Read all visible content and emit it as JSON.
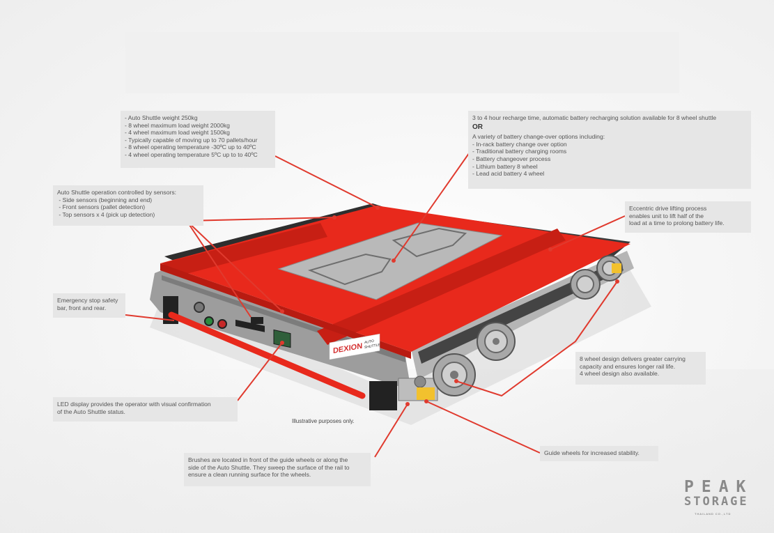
{
  "callouts": {
    "specs": [
      "- Auto Shuttle weight 250kg",
      "- 8 wheel maximum load weight 2000kg",
      "- 4 wheel maximum load weight 1500kg",
      "- Typically capable of moving up to 70 pallets/hour",
      "- 8 wheel operating temperature -30ºC up to 40ºC",
      "- 4 wheel operating temperature 5ºC up to to 40ºC"
    ],
    "battery": {
      "intro": "3 to 4 hour recharge time, automatic battery recharging solution available for 8 wheel shuttle",
      "or": "OR",
      "lines": [
        "A variety of battery change-over options including:",
        "- In-rack battery change over option",
        "- Traditional battery charging rooms",
        "- Battery changeover process",
        "- Lithium battery 8 wheel",
        "- Lead acid battery 4 wheel"
      ]
    },
    "sensors": [
      "Auto Shuttle operation controlled by sensors:",
      " - Side sensors (beginning and end)",
      " - Front sensors (pallet detection)",
      " - Top sensors x 4 (pick up detection)"
    ],
    "eccentric": [
      "Eccentric drive lifting process",
      "enables unit to lift half of the",
      "load at a time to prolong battery life."
    ],
    "estop": [
      "Emergency stop safety",
      "bar, front and rear."
    ],
    "wheels8": [
      "8 wheel design delivers greater carrying",
      "capacity and ensures longer rail life.",
      "4 wheel design also available."
    ],
    "led": [
      "LED display provides the operator with visual confirmation",
      "of the Auto Shuttle status."
    ],
    "brushes": [
      "Brushes are located in front of the guide wheels or along the",
      "side of the Auto Shuttle. They sweep the surface of the rail to",
      "ensure a clean running surface for the wheels."
    ],
    "guide": [
      "Guide wheels for increased stability."
    ]
  },
  "footnote": "Illustrative purposes only.",
  "product_label": {
    "brand": "DEXION",
    "line1": "AUTO",
    "line2": "SHUTTLE"
  },
  "logo": {
    "line1": "PEAK",
    "line2": "STORAGE",
    "line3": "THAILAND CO.,LTD"
  },
  "colors": {
    "shuttle_red": "#e8291c",
    "callout_bg": "#e6e6e6",
    "leader_line": "#e03a2e",
    "body_grey": "#9a9a9a"
  }
}
